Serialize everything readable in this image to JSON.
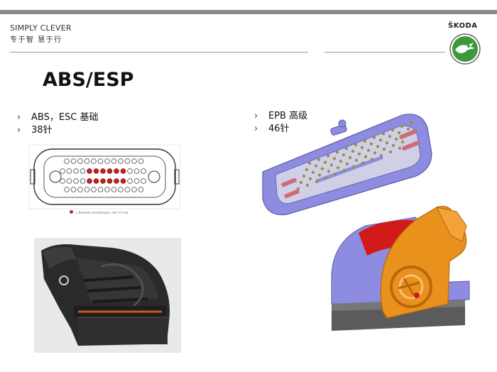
{
  "header": {
    "brand_en": "SIMPLY CLEVER",
    "brand_cn": "专于智 慧于行",
    "logo_text": "ŠKODA",
    "logo_icon": "skoda-winged-arrow-icon"
  },
  "slide": {
    "title": "ABS/ESP"
  },
  "left_column": {
    "bullets": [
      "ABS，ESC 基础",
      "38针"
    ],
    "connector_caption": "= Kammer verschlossen, hier 11 mal"
  },
  "right_column": {
    "bullets": [
      "EPB 高级",
      "46针"
    ]
  },
  "colors": {
    "topbar": "#8a8a8a",
    "skoda_green": "#3a9a3a",
    "pin_red": "#cc2020",
    "connector_purple": "#8e8ce0",
    "connector_orange": "#e8911c",
    "connector_black": "#2b2b2b"
  }
}
